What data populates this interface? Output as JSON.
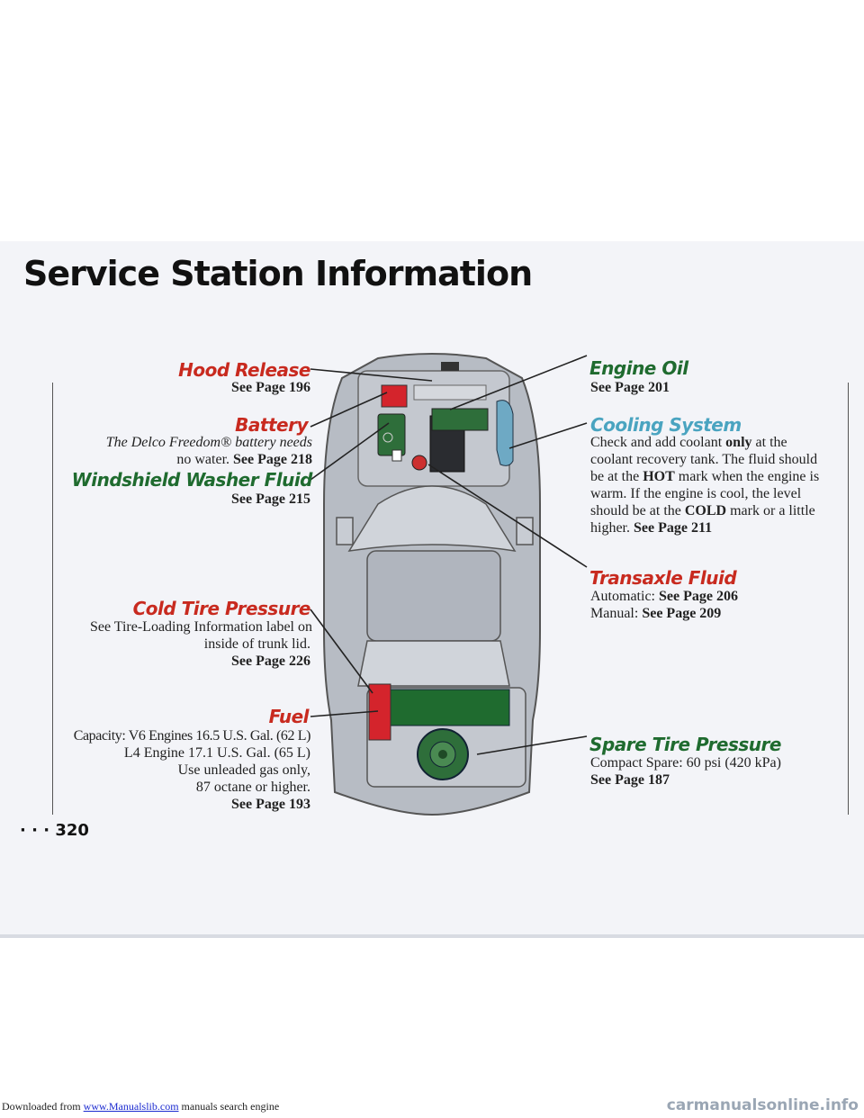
{
  "header": {
    "title": "Service Station Information"
  },
  "callouts": {
    "hood_release": {
      "label": "Hood Release",
      "page": "See Page 196"
    },
    "battery": {
      "label": "Battery",
      "text_line1": "The Delco Freedom® battery needs",
      "text_line2": "no water.",
      "page": "See Page 218"
    },
    "washer_fluid": {
      "label": "Windshield Washer Fluid",
      "page": "See Page 215"
    },
    "cold_tire": {
      "label": "Cold Tire Pressure",
      "text_line1": "See Tire-Loading Information label on",
      "text_line2": "inside of trunk lid.",
      "page": "See Page 226"
    },
    "fuel": {
      "label": "Fuel",
      "line1": "Capacity: V6 Engines 16.5 U.S. Gal. (62 L)",
      "line2": "L4 Engine 17.1 U.S. Gal. (65 L)",
      "line3": "Use unleaded gas only,",
      "line4": "87 octane or higher.",
      "page": "See Page 193"
    },
    "engine_oil": {
      "label": "Engine Oil",
      "page": "See Page 201"
    },
    "cooling": {
      "label": "Cooling System",
      "l1a": "Check and add coolant ",
      "l1b": "only",
      "l1c": " at the",
      "l2": "coolant recovery tank. The fluid should",
      "l3a": "be at the ",
      "l3b": "HOT",
      "l3c": " mark when the engine is",
      "l4": "warm. If the engine is cool,  the level",
      "l5a": "should be at the ",
      "l5b": "COLD",
      "l5c": " mark or a little",
      "l6": "higher.",
      "page": "See Page 211"
    },
    "transaxle": {
      "label": "Transaxle Fluid",
      "auto_label": "Automatic: ",
      "auto_page": "See Page 206",
      "manual_label": "Manual: ",
      "manual_page": "See Page 209"
    },
    "spare_tire": {
      "label": "Spare Tire Pressure",
      "text": "Compact Spare: 60 psi (420 kPa)",
      "page": "See Page 187"
    }
  },
  "page_number": "· · · 320",
  "footer": {
    "prefix": "Downloaded from ",
    "link": "www.Manualslib.com",
    "suffix": " manuals search engine",
    "watermark": "carmanualsonline.info"
  },
  "colors": {
    "label_red": "#c82a1f",
    "label_green": "#1f6b2f",
    "label_cyan": "#4aa4c0"
  }
}
